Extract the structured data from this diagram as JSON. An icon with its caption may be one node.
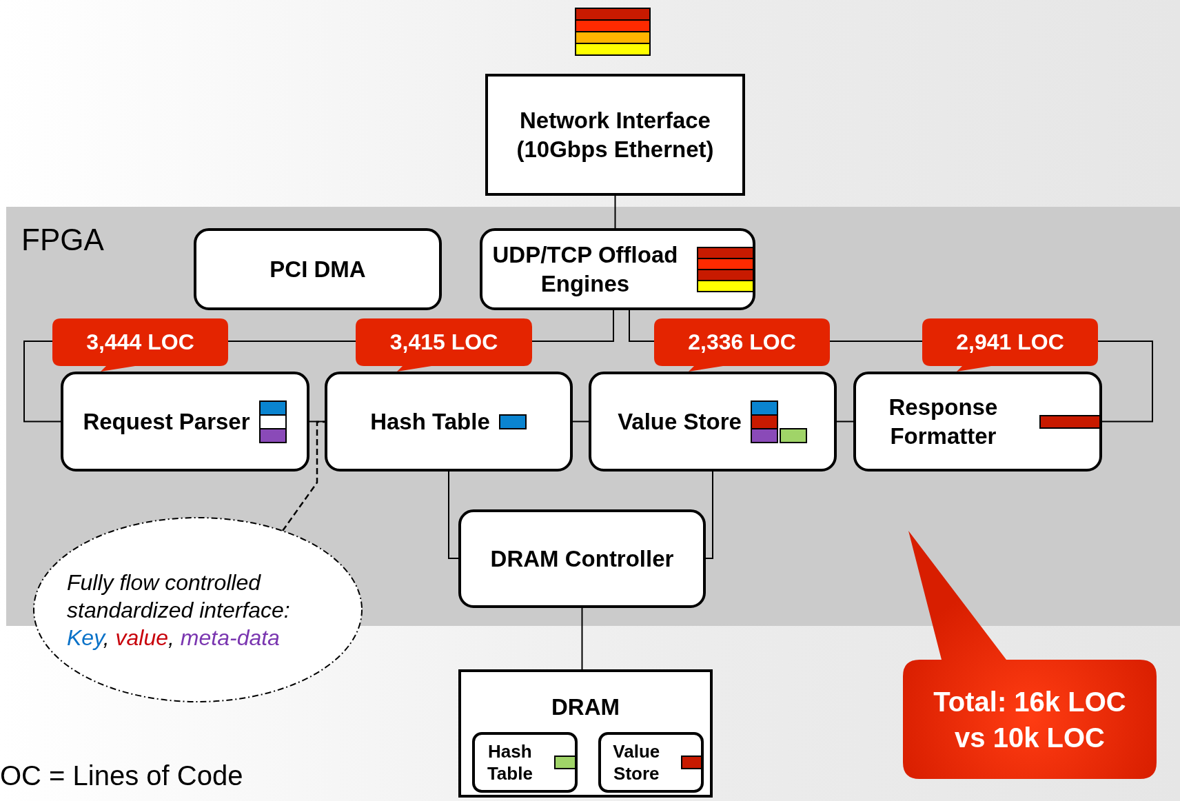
{
  "diagram": {
    "nodes": [
      {
        "text": [
          "FPGA"
        ]
      },
      {
        "text": [
          "Network Interface (10Gbps Ethernet)"
        ]
      },
      {
        "text": [
          "PCI DMA"
        ],
        "in": 0
      },
      {
        "text": [
          "UDP/TCP Offload Engines"
        ],
        "in": 0
      },
      {
        "text": [
          "Request Parser"
        ],
        "in": 0,
        "beside": [
          "3,444 LOC"
        ]
      },
      {
        "text": [
          "Hash Table"
        ],
        "in": 0,
        "beside": [
          "3,415 LOC"
        ]
      },
      {
        "text": [
          "Value Store"
        ],
        "in": 0,
        "beside": [
          "2,336 LOC"
        ]
      },
      {
        "text": [
          "Response Formatter"
        ],
        "in": 0,
        "beside": [
          "2,941 LOC"
        ]
      },
      {
        "text": [
          "DRAM Controller"
        ],
        "in": 0
      },
      {
        "text": [
          "DRAM"
        ]
      },
      {
        "text": [
          "Hash Table"
        ],
        "in": 9
      },
      {
        "text": [
          "Value Store"
        ],
        "in": 9
      },
      {
        "text": [
          "Fully flow controlled standardized interface:",
          "Key, value, meta-data"
        ]
      },
      {
        "text": [
          "Total: 16k LOC vs 10k LOC"
        ]
      }
    ],
    "edges": [
      {
        "from": 1,
        "to": 3,
        "arrow": "none"
      },
      {
        "from": 3,
        "to": 4,
        "arrow": "none"
      },
      {
        "from": 3,
        "to": 7,
        "arrow": "none"
      },
      {
        "from": 4,
        "to": 5,
        "arrow": "none"
      },
      {
        "from": 5,
        "to": 6,
        "arrow": "none"
      },
      {
        "from": 6,
        "to": 7,
        "arrow": "none"
      },
      {
        "from": 5,
        "to": 8,
        "arrow": "none"
      },
      {
        "from": 6,
        "to": 8,
        "arrow": "none"
      },
      {
        "from": 8,
        "to": 9,
        "arrow": "none"
      },
      {
        "from": 12,
        "to": 5,
        "arrow": "none",
        "style": "dashed"
      }
    ],
    "labels": [
      "OC = Lines of Code"
    ]
  }
}
